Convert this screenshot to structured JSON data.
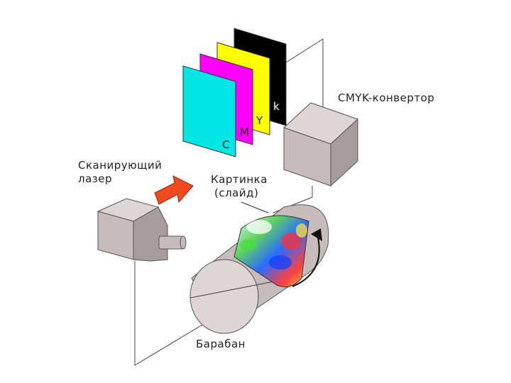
{
  "labels": {
    "cmyk_converter": "CMYK-конвертор",
    "scanning_laser_line1": "Сканирующий",
    "scanning_laser_line2": "лазер",
    "picture_line1": "Картинка",
    "picture_line2": "(слайд)",
    "drum": "Барабан"
  },
  "plates": [
    {
      "letter": "k",
      "color": "#000000"
    },
    {
      "letter": "Y",
      "color": "#ffff00"
    },
    {
      "letter": "M",
      "color": "#ff00ff"
    },
    {
      "letter": "C",
      "color": "#00e5e5"
    }
  ],
  "colors": {
    "box_front": "#c6bcbc",
    "box_top": "#ded6d6",
    "box_side": "#a79c9c",
    "arrow": "#f04a1e"
  }
}
